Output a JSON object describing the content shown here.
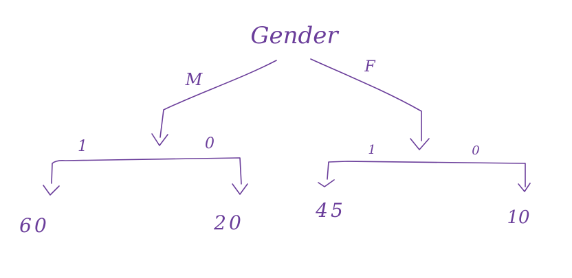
{
  "ink_color": "#6a3d9a",
  "root": {
    "label": "Gender"
  },
  "branches": [
    {
      "label": "M",
      "children": [
        {
          "label": "1",
          "count": "60"
        },
        {
          "label": "0",
          "count": "20"
        }
      ]
    },
    {
      "label": "F",
      "children": [
        {
          "label": "1",
          "count": "45"
        },
        {
          "label": "0",
          "count": "10"
        }
      ]
    }
  ]
}
